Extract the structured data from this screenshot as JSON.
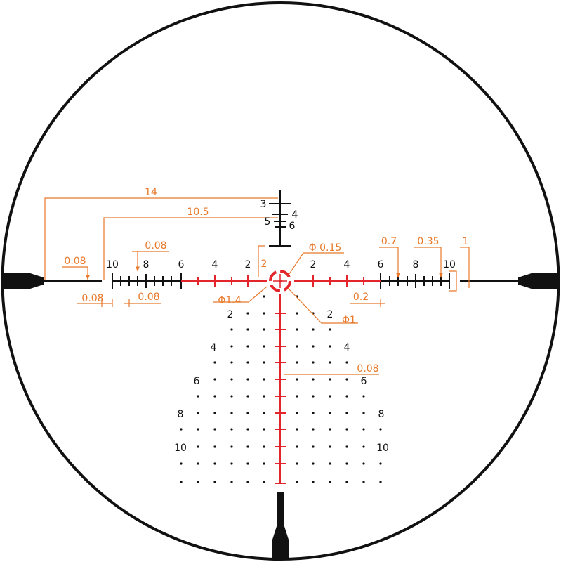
{
  "colors": {
    "reticle": "#111111",
    "illuminated": "#e2262b",
    "dimension": "#e8792b",
    "background": "#ffffff"
  },
  "dimensions": {
    "post_width": "0.08",
    "post_gap_left": "0.08",
    "post_gap_right": "0.08",
    "tick_spacing": "0.08",
    "outer_width": "14",
    "inner_width": "10.5",
    "vertical_bar": "2",
    "center_dot": "Φ 0.15",
    "outer_circle": "Φ1.4",
    "inner_circle": "Φ1",
    "hash_spacing": "0.2",
    "right_tick_large": "0.7",
    "right_tick_small": "0.35",
    "right_post_height": "1",
    "dot_spacing": "0.08"
  },
  "scale": {
    "horizontal_left": [
      "10",
      "8",
      "6",
      "4",
      "2"
    ],
    "horizontal_right": [
      "2",
      "4",
      "6",
      "8",
      "10"
    ],
    "top_stadia": [
      "3",
      "4",
      "5",
      "6"
    ],
    "tree_left": [
      "2",
      "4",
      "6",
      "8",
      "10"
    ],
    "tree_right": [
      "2",
      "4",
      "6",
      "8",
      "10"
    ]
  }
}
